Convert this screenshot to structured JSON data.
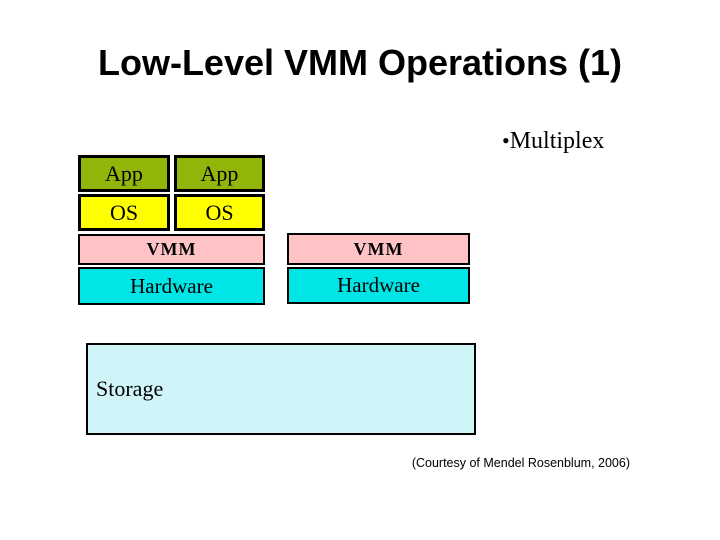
{
  "slide": {
    "title": "Low-Level VMM Operations (1)",
    "bullet": {
      "marker": "•",
      "label": "Multiplex"
    },
    "courtesy": "(Courtesy of Mendel Rosenblum, 2006)"
  },
  "diagram": {
    "vms": [
      {
        "app_label": "App",
        "os_label": "OS"
      },
      {
        "app_label": "App",
        "os_label": "OS"
      }
    ],
    "stacks": [
      {
        "vmm_label": "VMM",
        "hardware_label": "Hardware"
      },
      {
        "vmm_label": "VMM",
        "hardware_label": "Hardware"
      }
    ],
    "storage_label": "Storage",
    "colors": {
      "app": "#92B509",
      "os": "#FFFF00",
      "vmm": "#FFC3C6",
      "hardware": "#00E5E5",
      "storage": "#CFF5F8",
      "border": "#000000"
    }
  }
}
